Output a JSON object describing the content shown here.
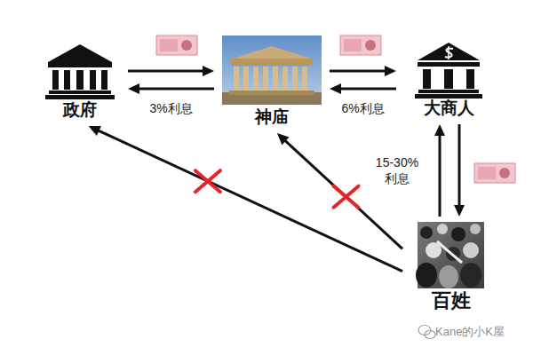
{
  "diagram": {
    "nodes": [
      {
        "text": [
          "政府"
        ]
      },
      {
        "text": [
          "神庙"
        ]
      },
      {
        "text": [
          "大商人"
        ]
      },
      {
        "text": [
          "百姓"
        ]
      }
    ],
    "edges": [
      {
        "from": 0,
        "to": 1,
        "arrow": "to"
      },
      {
        "from": 1,
        "to": 0,
        "label": "3%利息",
        "arrow": "to"
      },
      {
        "from": 1,
        "to": 2,
        "arrow": "to"
      },
      {
        "from": 2,
        "to": 1,
        "label": "6%利息",
        "arrow": "to"
      },
      {
        "from": 2,
        "to": 3,
        "arrow": "to"
      },
      {
        "from": 3,
        "to": 2,
        "label": "15-30% 利息",
        "arrow": "to"
      },
      {
        "from": 3,
        "to": 0,
        "arrow": "to"
      },
      {
        "from": 3,
        "to": 1,
        "arrow": "to"
      }
    ],
    "labels": [
      "Kane的小K屋"
    ]
  }
}
